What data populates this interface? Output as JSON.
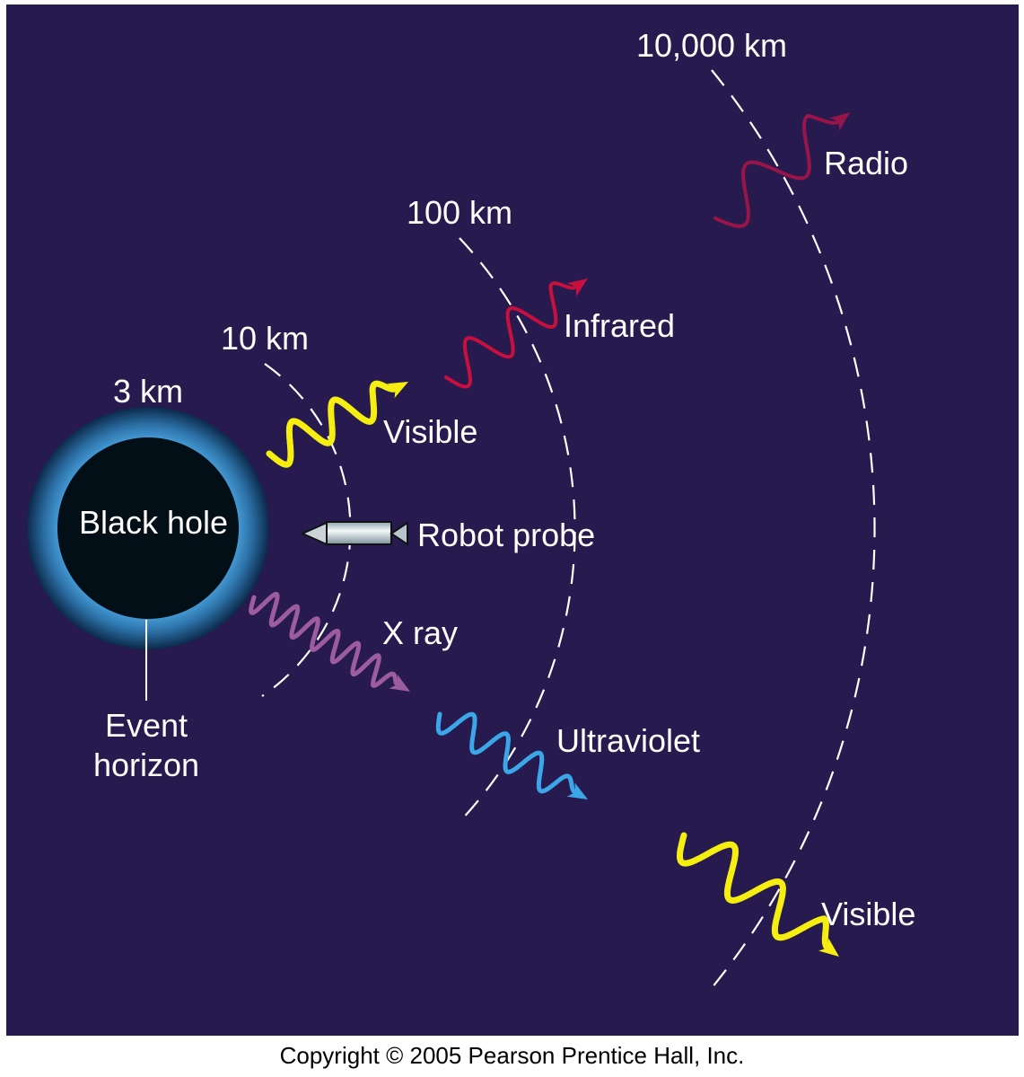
{
  "labels": {
    "r3": "3 km",
    "r10": "10 km",
    "r100": "100 km",
    "r10000": "10,000 km",
    "black_hole": "Black hole",
    "event_horizon_1": "Event",
    "event_horizon_2": "horizon",
    "robot_probe": "Robot probe"
  },
  "waves": [
    {
      "label": "Visible",
      "color": "#f5ee10"
    },
    {
      "label": "Infrared",
      "color": "#c8103f"
    },
    {
      "label": "Radio",
      "color": "#991549"
    },
    {
      "label": "X ray",
      "color": "#9c5c9e"
    },
    {
      "label": "Ultraviolet",
      "color": "#3ba6e8"
    },
    {
      "label": "Visible",
      "color": "#f5ee10"
    }
  ],
  "colors": {
    "background": "#261a4e",
    "hole": "#020f16",
    "glow": "#3a8ccc"
  },
  "copyright": "Copyright © 2005 Pearson Prentice Hall, Inc."
}
